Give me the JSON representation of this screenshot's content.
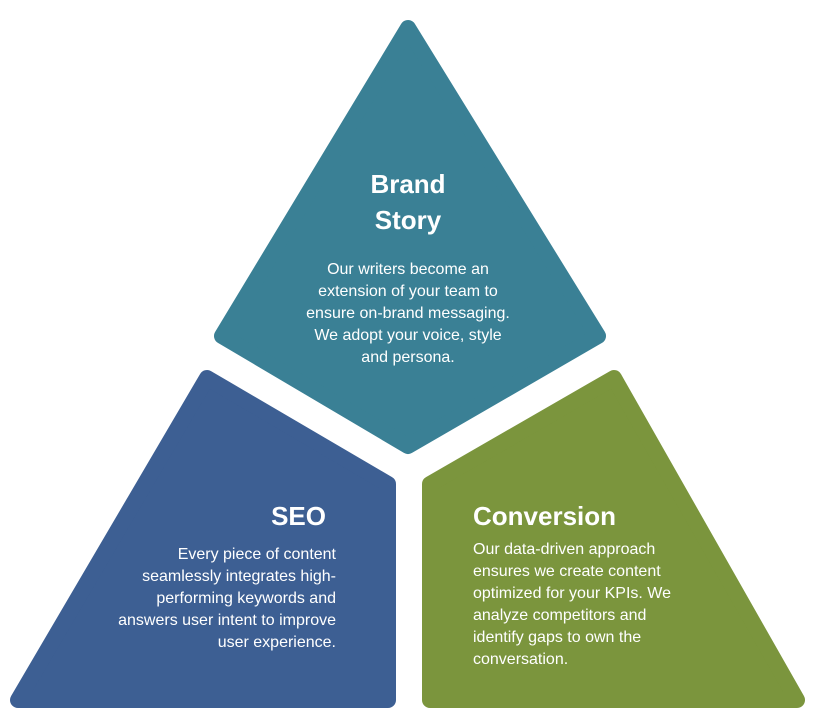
{
  "colors": {
    "brand_story": "#3a8095",
    "seo": "#3d5f93",
    "conversion": "#7b953d"
  },
  "sections": {
    "brand_story": {
      "title_line1": "Brand",
      "title_line2": "Story",
      "body_lines": [
        "Our writers become an",
        "extension of your team to",
        "ensure on-brand messaging.",
        "We adopt your voice, style",
        "and persona."
      ]
    },
    "seo": {
      "title": "SEO",
      "body_lines": [
        "Every piece of content",
        "seamlessly integrates high-",
        "performing keywords and",
        "answers user intent to improve",
        "user experience."
      ]
    },
    "conversion": {
      "title": "Conversion",
      "body_lines": [
        "Our data-driven approach",
        "ensures we create content",
        "optimized for your KPIs. We",
        "analyze competitors and",
        "identify gaps to own the",
        "conversation."
      ]
    }
  }
}
